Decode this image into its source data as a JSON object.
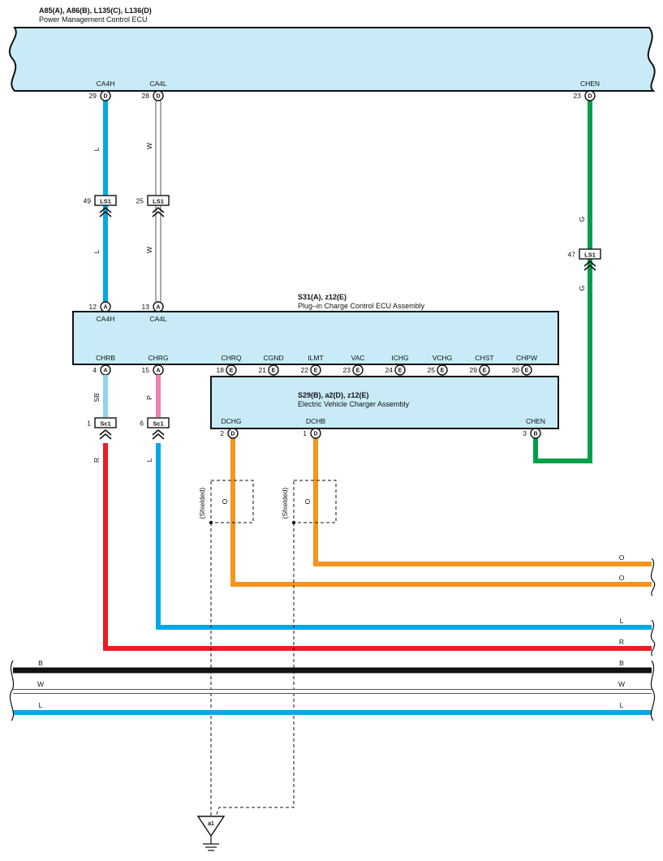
{
  "colors": {
    "wire_L": "#00a9e6",
    "wire_W": "#ffffff",
    "wire_G": "#00a04a",
    "wire_SB": "#8fd3f0",
    "wire_P": "#ee82b4",
    "wire_R": "#ee1c25",
    "wire_O": "#f7941d",
    "wire_B": "#111111",
    "component_fill": "#c9ebf8"
  },
  "components": {
    "power_mgmt": {
      "code": "A85(A), A86(B), L135(C), L136(D)",
      "name": "Power Management Control ECU",
      "pins": [
        {
          "num": "29",
          "conn": "D",
          "label": "CA4H"
        },
        {
          "num": "28",
          "conn": "D",
          "label": "CA4L"
        },
        {
          "num": "23",
          "conn": "D",
          "label": "CHEN"
        }
      ]
    },
    "plugin_charge": {
      "code": "S31(A), z12(E)",
      "name": "Plug–in Charge Control ECU Assembly",
      "top_pins": [
        {
          "num": "12",
          "conn": "A",
          "label": "CA4H"
        },
        {
          "num": "13",
          "conn": "A",
          "label": "CA4L"
        }
      ],
      "bottom_pins": [
        {
          "num": "4",
          "conn": "A",
          "label": "CHRB"
        },
        {
          "num": "15",
          "conn": "A",
          "label": "CHRG"
        },
        {
          "num": "18",
          "conn": "E",
          "label": "CHRQ"
        },
        {
          "num": "21",
          "conn": "E",
          "label": "CGND"
        },
        {
          "num": "22",
          "conn": "E",
          "label": "ILMT"
        },
        {
          "num": "23",
          "conn": "E",
          "label": "VAC"
        },
        {
          "num": "24",
          "conn": "E",
          "label": "ICHG"
        },
        {
          "num": "25",
          "conn": "E",
          "label": "VCHG"
        },
        {
          "num": "29",
          "conn": "E",
          "label": "CHST"
        },
        {
          "num": "30",
          "conn": "E",
          "label": "CHPW"
        }
      ]
    },
    "ev_charger": {
      "code": "S29(B), a2(D), z12(E)",
      "name": "Electric Vehicle Charger Assembly",
      "pins": [
        {
          "num": "2",
          "conn": "D",
          "label": "DCHG"
        },
        {
          "num": "1",
          "conn": "D",
          "label": "DCHB"
        },
        {
          "num": "3",
          "conn": "B",
          "label": "CHEN"
        }
      ]
    }
  },
  "connectors": [
    {
      "pin": "49",
      "name": "LS1"
    },
    {
      "pin": "25",
      "name": "LS1"
    },
    {
      "pin": "47",
      "name": "LS1"
    },
    {
      "pin": "1",
      "name": "Sc1"
    },
    {
      "pin": "6",
      "name": "Sc1"
    }
  ],
  "wire_labels": {
    "ca4h_upper": "L",
    "ca4h_lower": "L",
    "ca4l_upper": "W",
    "ca4l_lower": "W",
    "chen_upper": "G",
    "chen_lower": "G",
    "chrb": "SB",
    "chrb_lower": "R",
    "chrg": "P",
    "chrg_lower": "L",
    "dchg_shield": "O",
    "dchb_shield": "O",
    "bus_O1": "O",
    "bus_O2": "O",
    "bus_L1": "L",
    "bus_R": "R",
    "bus_B_left": "B",
    "bus_B_right": "B",
    "bus_W_left": "W",
    "bus_W_right": "W",
    "bus_L2_left": "L",
    "bus_L2_right": "L"
  },
  "shield_label": "(Shielded)",
  "ground": {
    "name": "a1"
  }
}
